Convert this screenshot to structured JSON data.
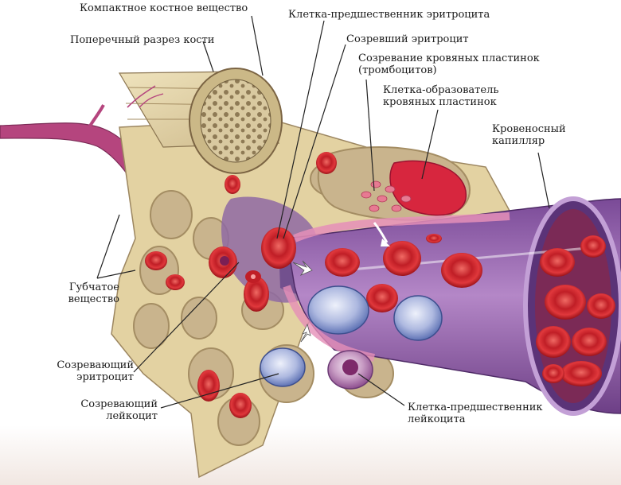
{
  "labels": {
    "compact_bone": "Компактное костное вещество",
    "bone_cross_section": "Поперечный разрез кости",
    "erythrocyte_precursor": "Клетка-предшественник эритроцита",
    "mature_erythrocyte": "Созревший эритроцит",
    "platelet_maturation": [
      "Созревание кровяных пластинок",
      "(тромбоцитов)"
    ],
    "platelet_forming_cell": [
      "Клетка-образователь",
      "кровяных пластинок"
    ],
    "blood_capillary": [
      "Кровеносный",
      "капилляр"
    ],
    "spongy_substance": [
      "Губчатое",
      "вещество"
    ],
    "maturing_erythrocyte": [
      "Созревающий",
      "эритроцит"
    ],
    "maturing_leukocyte": [
      "Созревающий",
      "лейкоцит"
    ],
    "leukocyte_precursor": [
      "Клетка-предшественник",
      "лейкоцита"
    ]
  },
  "colors": {
    "bone": "#e3d2a2",
    "bone_shadow": "#b7a071",
    "marrow": "#c9b48d",
    "erythrocyte": "#d8262e",
    "capillary": "#8e55a0",
    "leukocyte": "#5f73b5",
    "vessel": "#b5457e",
    "leader_line": "#222222"
  }
}
